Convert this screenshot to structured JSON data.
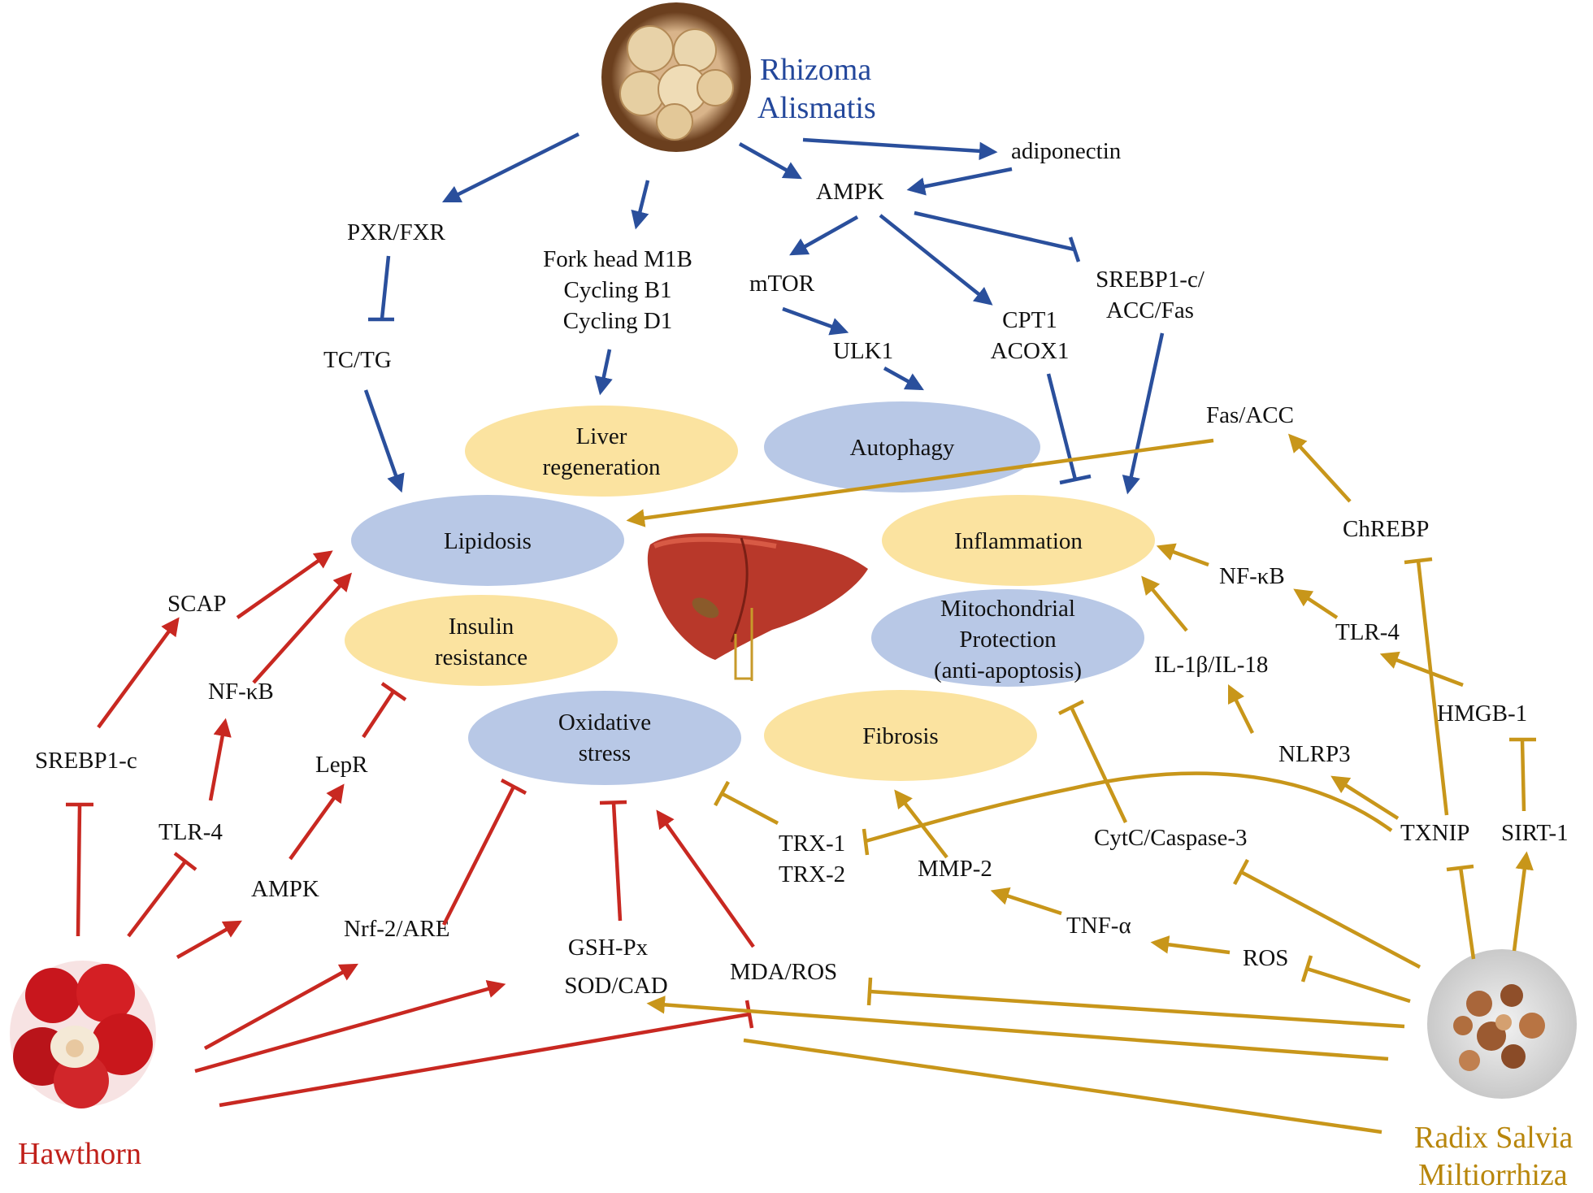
{
  "herbs": {
    "rhizoma": [
      "Rhizoma",
      "Alismatis"
    ],
    "hawthorn": "Hawthorn",
    "salvia": [
      "Radix Salvia",
      "Miltiorrhiza"
    ]
  },
  "effects": {
    "liver_regen": [
      "Liver",
      "regeneration"
    ],
    "autophagy": "Autophagy",
    "lipidosis": "Lipidosis",
    "inflammation": "Inflammation",
    "insulin": [
      "Insulin",
      "resistance"
    ],
    "mito": [
      "Mitochondrial",
      "Protection",
      "(anti-apoptosis)"
    ],
    "oxidative": [
      "Oxidative",
      "stress"
    ],
    "fibrosis": "Fibrosis"
  },
  "nodes": {
    "adiponectin": "adiponectin",
    "ampk_top": "AMPK",
    "pxr_fxr": "PXR/FXR",
    "forkhead": [
      "Fork head M1B",
      "Cycling B1",
      "Cycling D1"
    ],
    "mtor": "mTOR",
    "ulk1": "ULK1",
    "srebp_acc_fas": [
      "SREBP1-c/",
      "ACC/Fas"
    ],
    "cpt1_acox1": [
      "CPT1",
      "ACOX1"
    ],
    "tc_tg": "TC/TG",
    "fas_acc": "Fas/ACC",
    "chrebp": "ChREBP",
    "nfkb_right": "NF-κB",
    "tlr4_right": "TLR-4",
    "il1b": "IL-1β/IL-18",
    "hmgb1": "HMGB-1",
    "nlrp3": "NLRP3",
    "txnip": "TXNIP",
    "sirt1": "SIRT-1",
    "trx": [
      "TRX-1",
      "TRX-2"
    ],
    "cytc": "CytC/Caspase-3",
    "mmp2": "MMP-2",
    "tnfa": "TNF-α",
    "ros": "ROS",
    "scap": "SCAP",
    "nfkb_left": "NF-κB",
    "srebp1c": "SREBP1-c",
    "tlr4_left": "TLR-4",
    "lepr": "LepR",
    "ampk_left": "AMPK",
    "nrf2": "Nrf-2/ARE",
    "gsh": [
      "GSH-Px",
      "SOD/CAD"
    ],
    "mda": "MDA/ROS"
  },
  "colors": {
    "blue": "#2a4f9c",
    "red": "#c82821",
    "gold": "#c8961a",
    "effect_yellow": "#fbe3a0",
    "effect_blue": "#b8c8e6"
  },
  "icons": {
    "rhizoma": "rhizoma-slices-bowl-icon",
    "hawthorn": "hawthorn-fruits-icon",
    "salvia": "salvia-root-slices-icon",
    "liver": "liver-icon"
  }
}
